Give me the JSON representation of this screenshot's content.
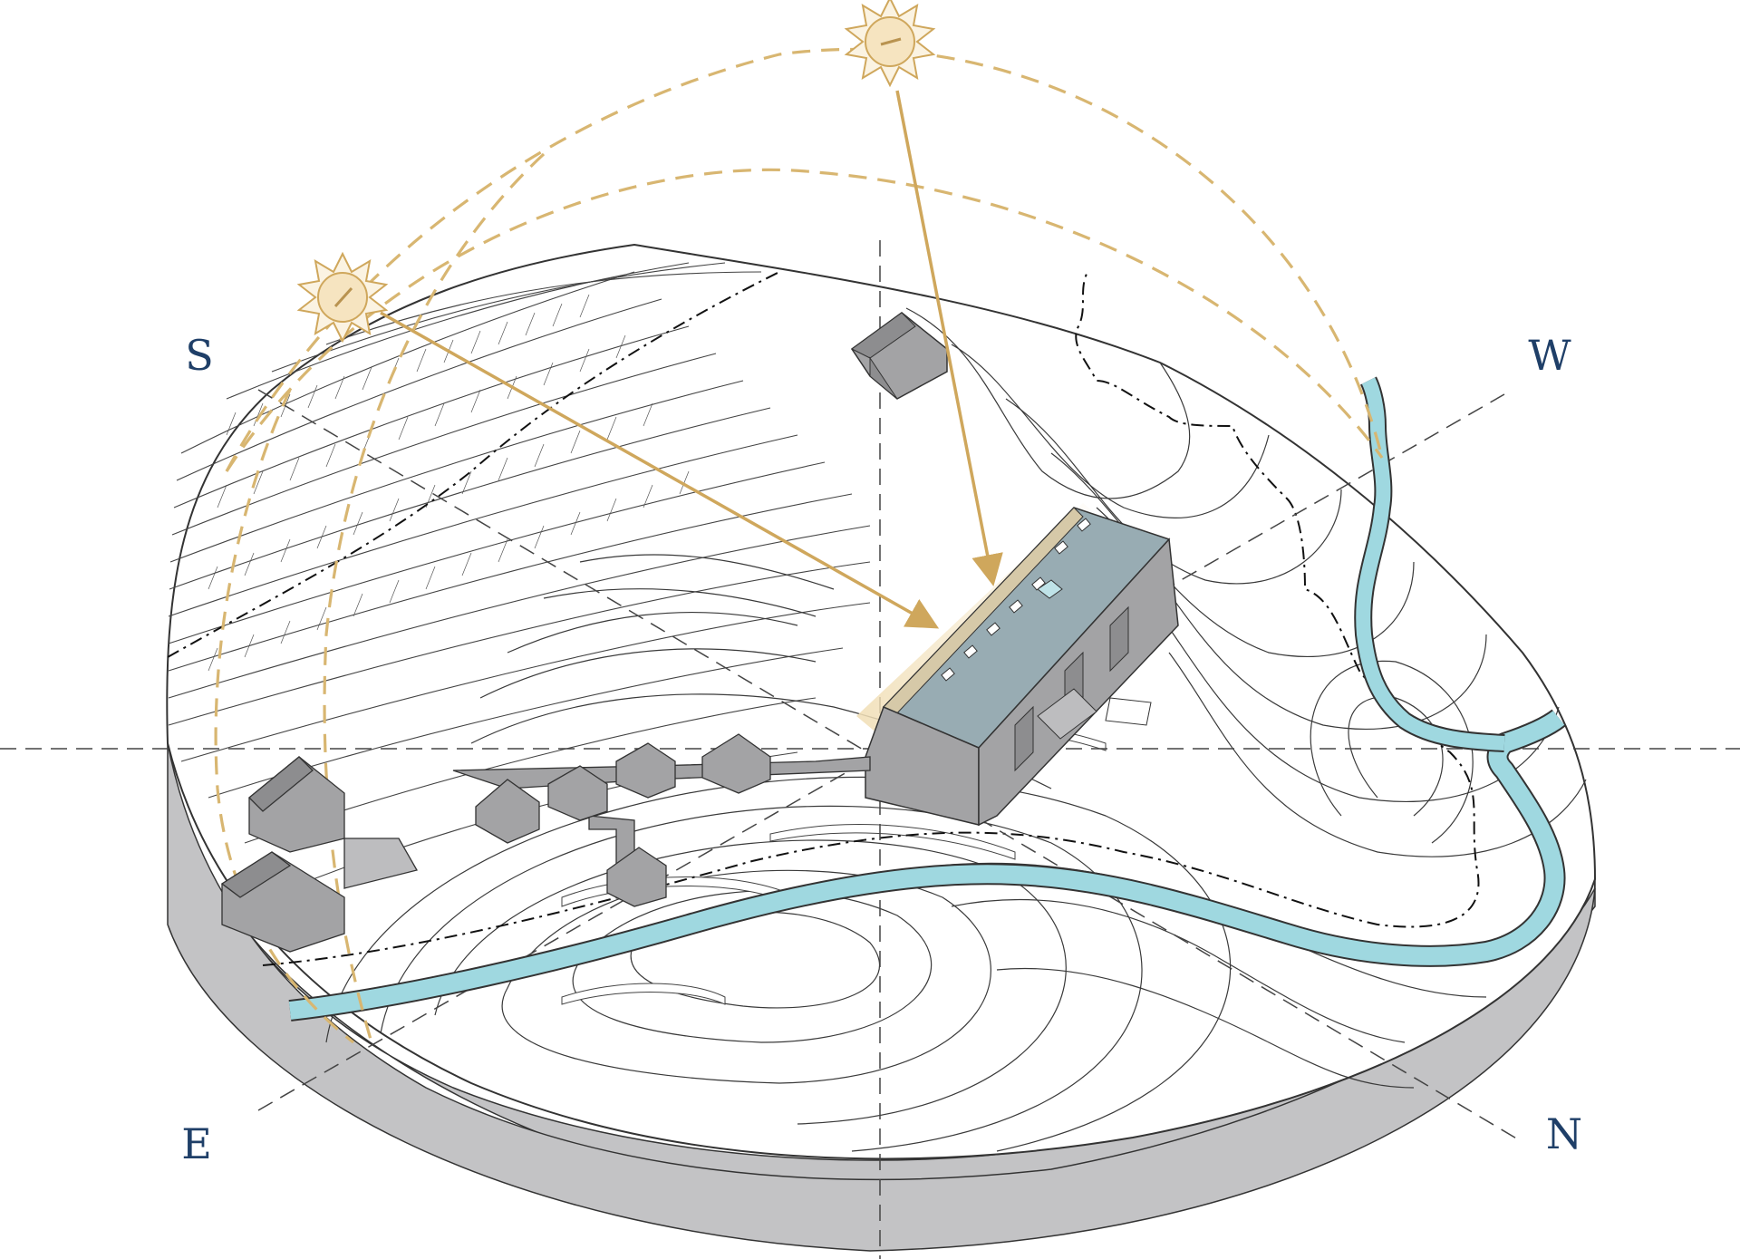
{
  "compass": {
    "south": "S",
    "west": "W",
    "east": "E",
    "north": "N"
  },
  "colors": {
    "compass_text": "#1f3f68",
    "sun_path": "#d8b671",
    "sun_arrow": "#cfa75c",
    "water": "#9fd8e0",
    "building": "#a3a3a5",
    "building_glazed": "#98acb3",
    "terrain_side": "#c3c3c5",
    "contour_line": "#3a3a3a",
    "dashed_axis": "#444444"
  },
  "icons": [
    "sun-icon-summer",
    "sun-icon-winter"
  ]
}
